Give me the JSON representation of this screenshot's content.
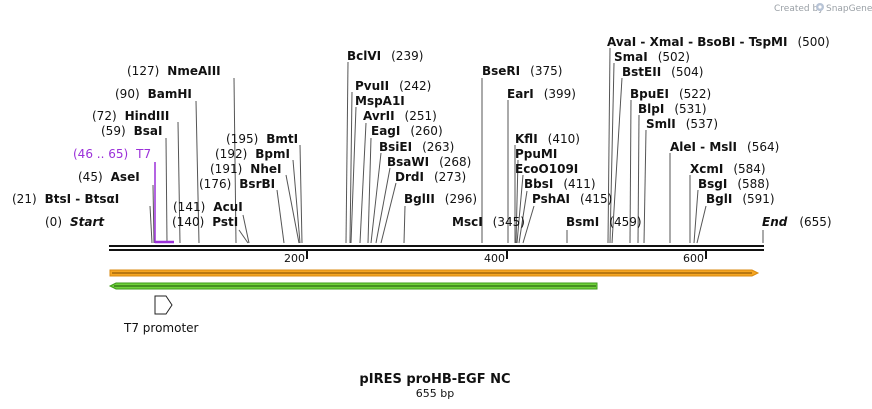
{
  "brand": {
    "created_by": "Created by",
    "product": "SnapGene"
  },
  "sequence": {
    "name": "pIRES proHB-EGF NC",
    "length": "655 bp",
    "length_bp": 655
  },
  "ends": {
    "start": "Start",
    "start_pos": "(0)",
    "end": "End",
    "end_pos": "(655)"
  },
  "ticks": [
    "200",
    "400",
    "600"
  ],
  "primer": {
    "name": "T7",
    "range": "(46 .. 65)",
    "color": "#9b30d9"
  },
  "features": [
    {
      "name": "T7 promoter",
      "type": "promoter",
      "color": "#ffffff"
    },
    {
      "name": "",
      "type": "orange-feature",
      "direction": "forward",
      "color": "#f5a623"
    },
    {
      "name": "",
      "type": "green-feature",
      "direction": "reverse",
      "color": "#6fd13b"
    }
  ],
  "enzymes": [
    {
      "name": "BtsI - BtsαI",
      "pos": "(21)"
    },
    {
      "name": "AseI",
      "pos": "(45)"
    },
    {
      "name": "BsaI",
      "pos": "(59)"
    },
    {
      "name": "HindIII",
      "pos": "(72)"
    },
    {
      "name": "BamHI",
      "pos": "(90)"
    },
    {
      "name": "NmeAIII",
      "pos": "(127)"
    },
    {
      "name": "PstI",
      "pos": "(140)"
    },
    {
      "name": "AcuI",
      "pos": "(141)"
    },
    {
      "name": "BsrBI",
      "pos": "(176)"
    },
    {
      "name": "NheI",
      "pos": "(191)"
    },
    {
      "name": "BpmI",
      "pos": "(192)"
    },
    {
      "name": "BmtI",
      "pos": "(195)"
    },
    {
      "name": "BclVI",
      "pos": "(239)"
    },
    {
      "name": "PvuII",
      "pos": "(242)"
    },
    {
      "name": "MspA1I",
      "pos": ""
    },
    {
      "name": "AvrII",
      "pos": "(251)"
    },
    {
      "name": "EagI",
      "pos": "(260)"
    },
    {
      "name": "BsiEI",
      "pos": "(263)"
    },
    {
      "name": "BsaWI",
      "pos": "(268)"
    },
    {
      "name": "DrdI",
      "pos": "(273)"
    },
    {
      "name": "BglII",
      "pos": "(296)"
    },
    {
      "name": "MscI",
      "pos": "(345)"
    },
    {
      "name": "BseRI",
      "pos": "(375)"
    },
    {
      "name": "EarI",
      "pos": "(399)"
    },
    {
      "name": "KflI",
      "pos": "(410)"
    },
    {
      "name": "PpuMI",
      "pos": ""
    },
    {
      "name": "EcoO109I",
      "pos": ""
    },
    {
      "name": "BbsI",
      "pos": "(411)"
    },
    {
      "name": "PshAI",
      "pos": "(415)"
    },
    {
      "name": "BsmI",
      "pos": "(459)"
    },
    {
      "name": "AvaI - XmaI - BsoBI - TspMI",
      "pos": "(500)"
    },
    {
      "name": "SmaI",
      "pos": "(502)"
    },
    {
      "name": "BstEII",
      "pos": "(504)"
    },
    {
      "name": "BpuEI",
      "pos": "(522)"
    },
    {
      "name": "BlpI",
      "pos": "(531)"
    },
    {
      "name": "SmlI",
      "pos": "(537)"
    },
    {
      "name": "AleI - MslI",
      "pos": "(564)"
    },
    {
      "name": "XcmI",
      "pos": "(584)"
    },
    {
      "name": "BsgI",
      "pos": "(588)"
    },
    {
      "name": "BglI",
      "pos": "(591)"
    }
  ]
}
